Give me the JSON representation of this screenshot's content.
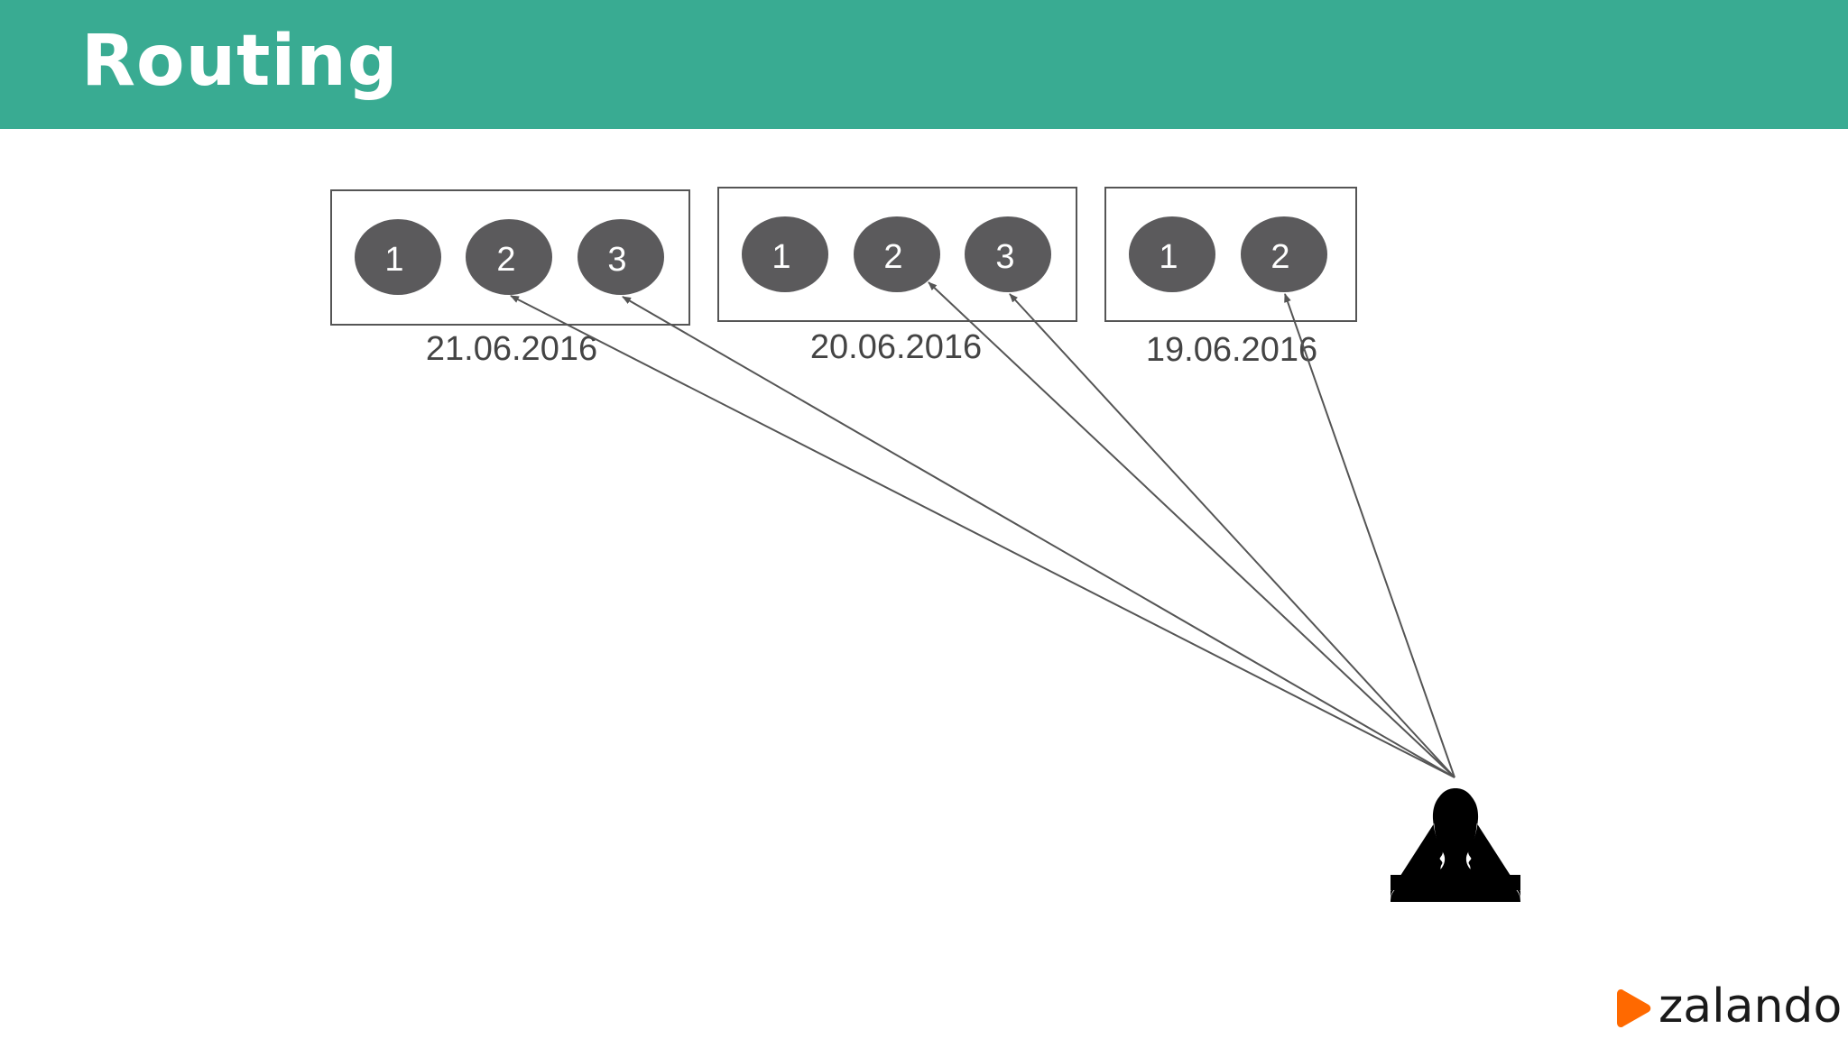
{
  "title": "Routing",
  "groups": [
    {
      "date": "21.06.2016",
      "nodes": [
        "1",
        "2",
        "3"
      ]
    },
    {
      "date": "20.06.2016",
      "nodes": [
        "1",
        "2",
        "3"
      ]
    },
    {
      "date": "19.06.2016",
      "nodes": [
        "1",
        "2"
      ]
    }
  ],
  "brand": {
    "name": "zalando",
    "logo_color": "#ff6900"
  },
  "colors": {
    "header": "#39ab92",
    "node_fill": "#5b5a5c",
    "user_icon": "#000000"
  },
  "icons": {
    "user": "user-silhouette-icon",
    "logo": "zalando-logo-icon"
  }
}
